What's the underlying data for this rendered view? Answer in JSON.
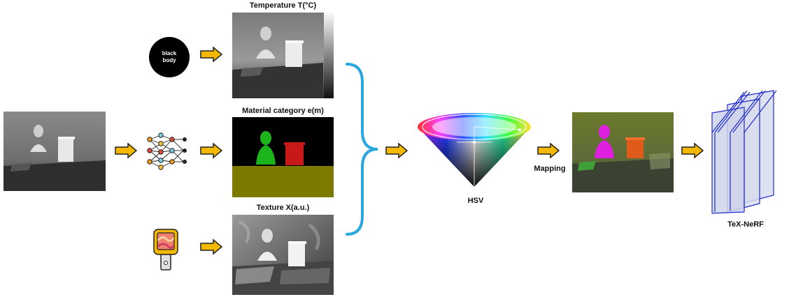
{
  "labels": {
    "temperature": "Temperature T(°C)",
    "material": "Material category e(m)",
    "texture": "Texture X(a.u.)",
    "hsv": "HSV",
    "mapping": "Mapping",
    "output": "TeX-NeRF"
  },
  "blackbody": {
    "line1": "black",
    "line2": "body"
  },
  "colors": {
    "arrow_fill": "#f5b800",
    "arrow_outline": "#222222",
    "brace": "#29a8e0",
    "nerf_planes": "#1f2ccc",
    "material_bg": "#000000",
    "material_floor": "#7d7a00",
    "material_bust": "#1db31d",
    "material_beaker": "#c81818",
    "mapped_bust": "#e020e0",
    "mapped_beaker": "#e05a1a"
  },
  "icons": {
    "network": "neural-network-icon",
    "camera": "thermal-camera-icon",
    "cone": "hsv-cone-icon"
  }
}
